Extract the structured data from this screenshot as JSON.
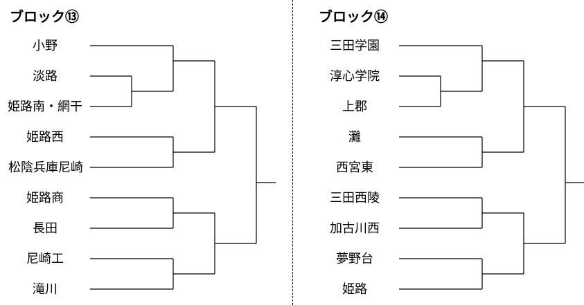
{
  "blocks": [
    {
      "title": "ブロック⑬",
      "teams": [
        "小野",
        "淡路",
        "姫路南・網干",
        "姫路西",
        "松陰兵庫尼崎",
        "姫路商",
        "長田",
        "尼崎工",
        "滝川"
      ]
    },
    {
      "title": "ブロック⑭",
      "teams": [
        "三田学園",
        "淳心学院",
        "上郡",
        "灘",
        "西宮東",
        "三田西陵",
        "加古川西",
        "夢野台",
        "姫路"
      ]
    }
  ]
}
